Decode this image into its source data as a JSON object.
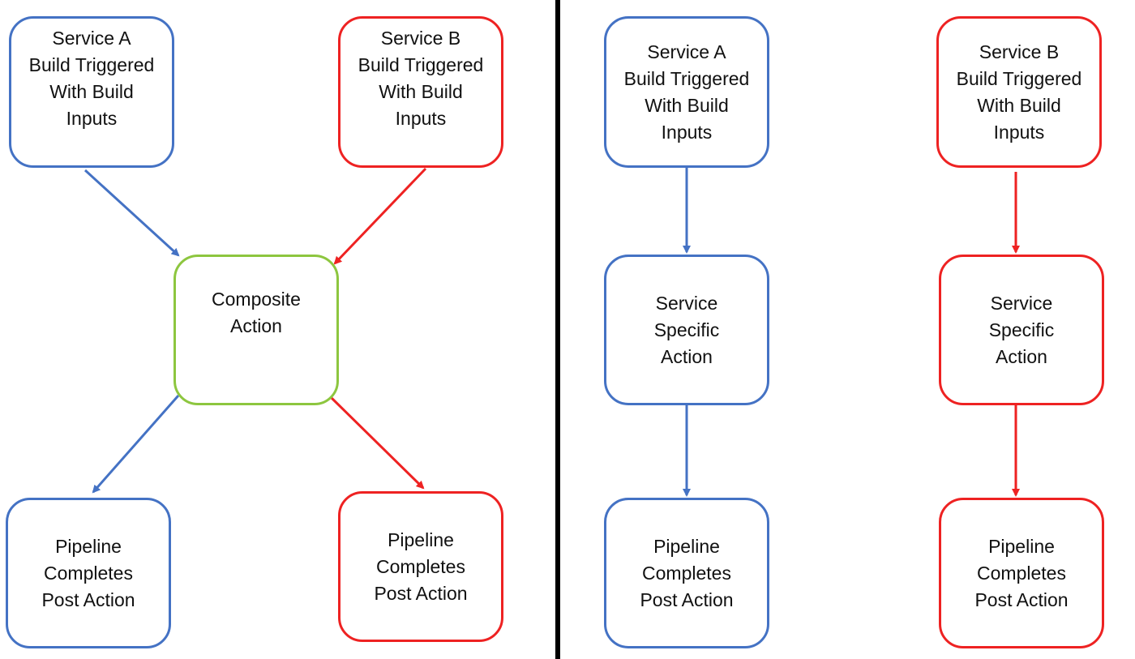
{
  "colors": {
    "blue": "#4472C4",
    "red": "#EE2222",
    "green": "#8DC63F",
    "divider": "#000000"
  },
  "left_panel": {
    "service_a_trigger": [
      "Service A",
      "Build Triggered",
      "With Build",
      "Inputs"
    ],
    "service_b_trigger": [
      "Service B",
      "Build Triggered",
      "With Build",
      "Inputs"
    ],
    "composite_action": [
      "Composite",
      "Action"
    ],
    "pipeline_a": [
      "Pipeline",
      "Completes",
      "Post Action"
    ],
    "pipeline_b": [
      "Pipeline",
      "Completes",
      "Post Action"
    ]
  },
  "right_panel": {
    "service_a_trigger": [
      "Service A",
      "Build Triggered",
      "With Build",
      "Inputs"
    ],
    "service_b_trigger": [
      "Service B",
      "Build Triggered",
      "With Build",
      "Inputs"
    ],
    "service_a_action": [
      "Service",
      "Specific",
      "Action"
    ],
    "service_b_action": [
      "Service",
      "Specific",
      "Action"
    ],
    "pipeline_a": [
      "Pipeline",
      "Completes",
      "Post Action"
    ],
    "pipeline_b": [
      "Pipeline",
      "Completes",
      "Post Action"
    ]
  }
}
